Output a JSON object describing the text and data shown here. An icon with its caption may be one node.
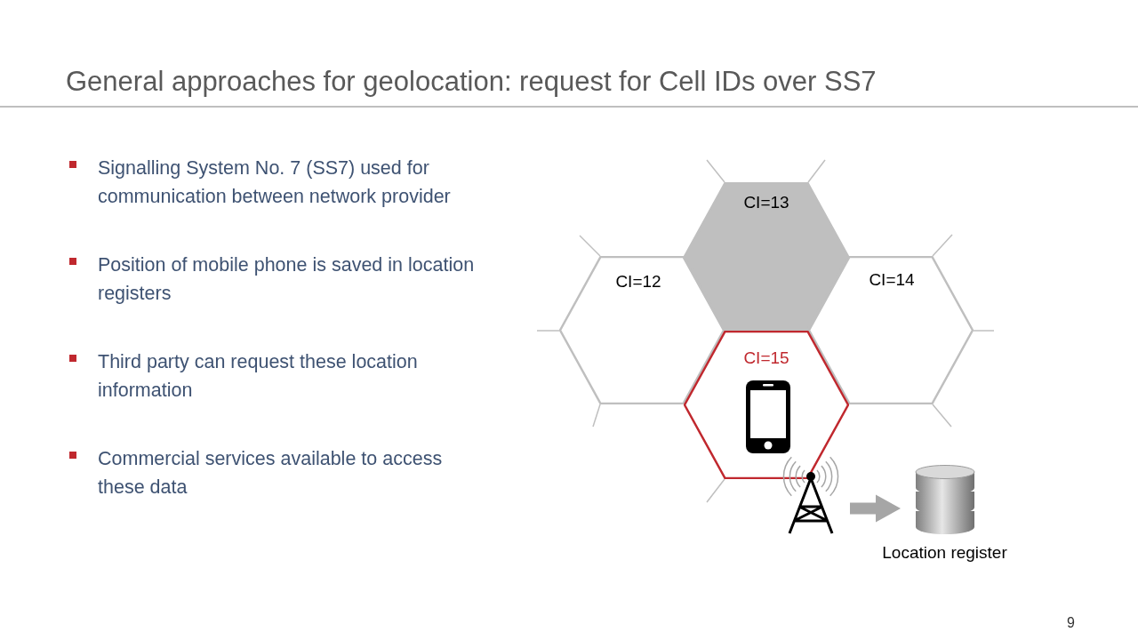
{
  "diagram": {
    "title": "General approaches for geolocation: request for Cell IDs over SS7",
    "nodes": [
      {
        "text": [
          "CI=13"
        ]
      },
      {
        "text": [
          "CI=12"
        ]
      },
      {
        "text": [
          "CI=14"
        ]
      },
      {
        "text": [
          "CI=15"
        ]
      },
      {
        "text": [],
        "shape": "tower"
      },
      {
        "text": [
          "Location register"
        ]
      }
    ],
    "edges": [
      {
        "from": 4,
        "to": 5,
        "arrow": "to"
      }
    ],
    "labels": [
      "Signalling System No. 7 (SS7) used for communication between network provider",
      "Position of mobile phone is saved in location registers",
      "Third party can request these location information",
      "Commercial services available to access these data",
      "9"
    ]
  }
}
